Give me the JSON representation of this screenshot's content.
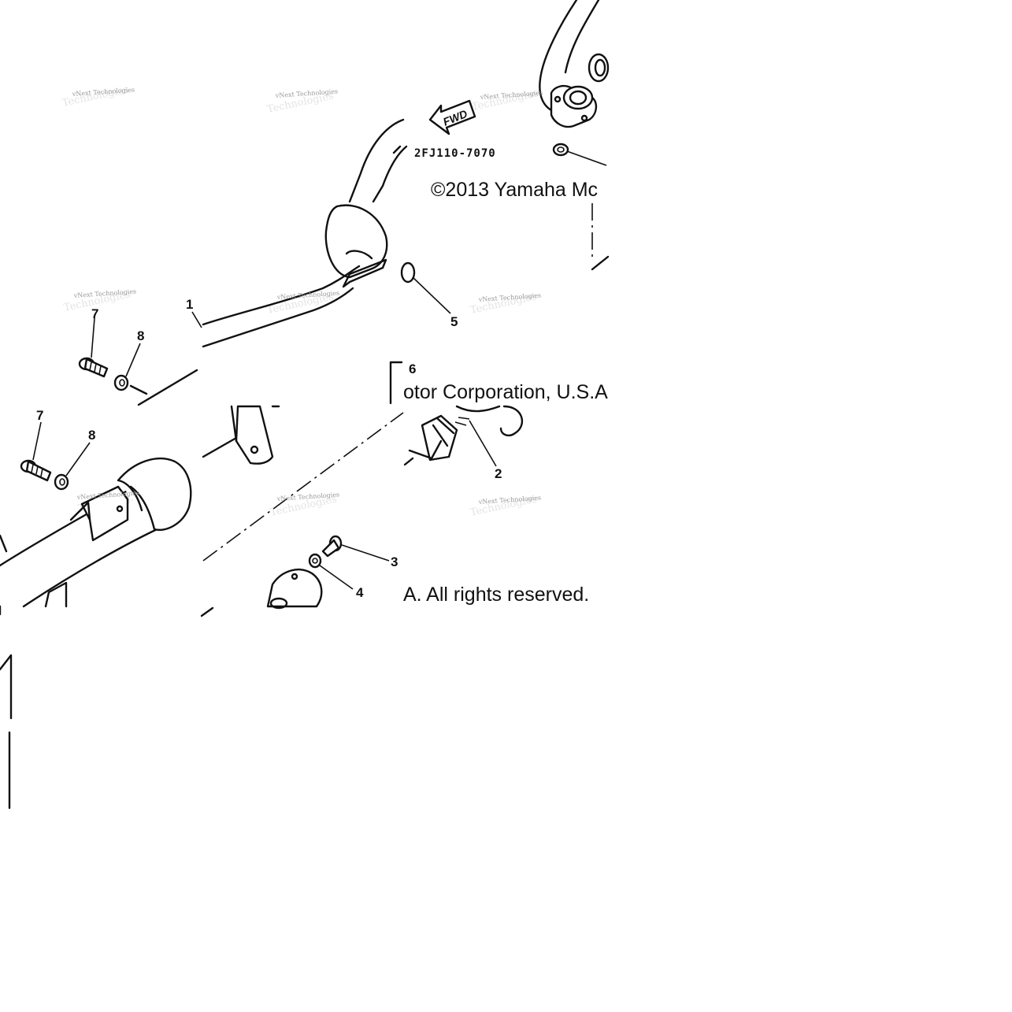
{
  "diagram": {
    "part_code": "2FJ110-7070",
    "fwd_label": "FWD",
    "copyright": {
      "line1": "©2013 Yamaha Mc",
      "line2": "otor Corporation, U.S.A",
      "line3": "A. All rights reserved."
    },
    "watermark": "vNext Technologies",
    "callouts": [
      "1",
      "2",
      "3",
      "4",
      "5",
      "6",
      "7",
      "8",
      "7",
      "8"
    ]
  }
}
